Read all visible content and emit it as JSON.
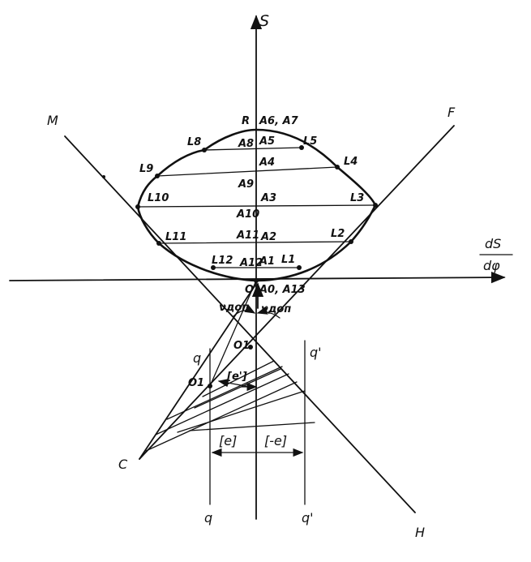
{
  "axes": {
    "vertical": "S",
    "horizontal_top": "dS",
    "horizontal_bottom": "dφ"
  },
  "lines": {
    "M": "M",
    "F": "F",
    "C": "C",
    "H": "H"
  },
  "points": {
    "R": "R",
    "A6A7": "A6, A7",
    "L8": "L8",
    "A8": "A8",
    "A5": "A5",
    "L5": "L5",
    "L9": "L9",
    "A4": "A4",
    "L4": "L4",
    "A9": "A9",
    "L10": "L10",
    "A3": "A3",
    "L3": "L3",
    "A10": "A10",
    "L11": "L11",
    "A11": "A11",
    "A2": "A2",
    "L2": "L2",
    "L12": "L12",
    "A12": "A12",
    "A1": "A1",
    "L1": "L1",
    "O": "O",
    "A0A13": "A0, A13",
    "O1": "O1",
    "O1b": "O1"
  },
  "angles": {
    "left": "νдоп",
    "right": "νдоп"
  },
  "widths": {
    "e_small": "[e']",
    "e_left": "[e]",
    "e_right": "[-e]"
  },
  "verticals": {
    "q_top": "q",
    "q_bottom": "q",
    "qp_top": "q'",
    "qp_bottom": "q'"
  }
}
